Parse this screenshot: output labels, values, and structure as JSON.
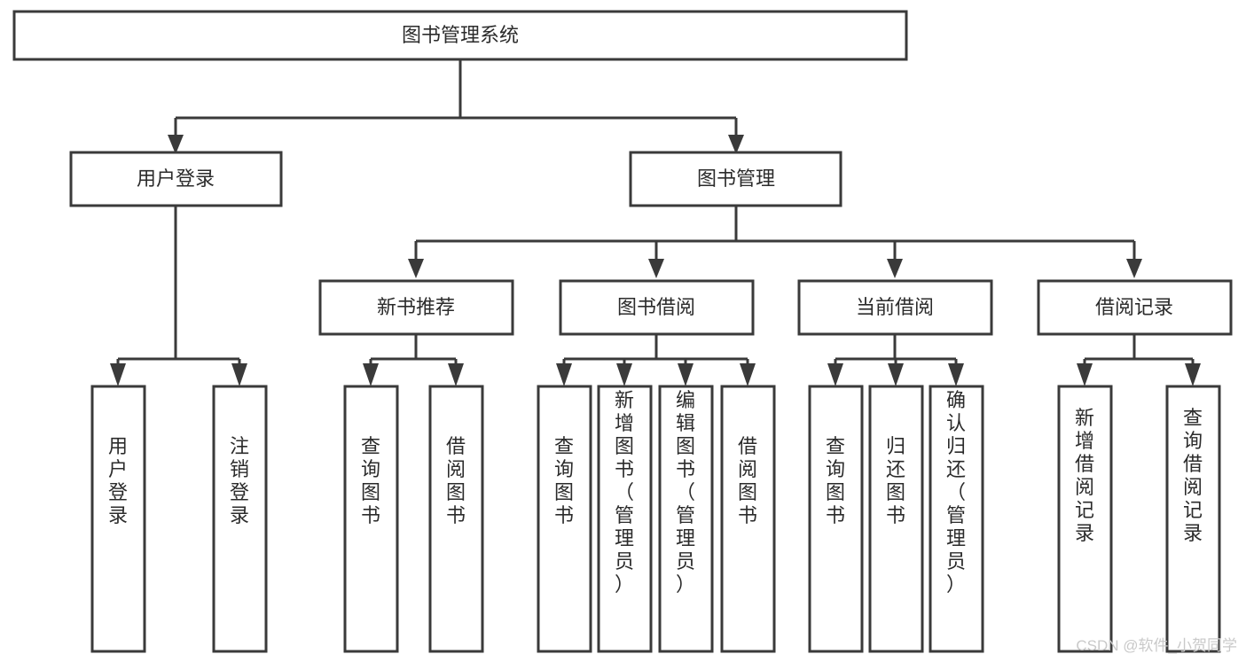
{
  "diagram": {
    "title": "图书管理系统",
    "type": "tree-hierarchy-diagram",
    "colors": {
      "background": "#ffffff",
      "box_fill": "#ffffff",
      "stroke": "#3a3a3a",
      "text": "#2b2b2b",
      "watermark": "#c9c9c9"
    },
    "root": {
      "label": "图书管理系统"
    },
    "level1": [
      {
        "label": "用户登录"
      },
      {
        "label": "图书管理"
      }
    ],
    "level2": [
      {
        "label": "新书推荐"
      },
      {
        "label": "图书借阅"
      },
      {
        "label": "当前借阅"
      },
      {
        "label": "借阅记录"
      }
    ],
    "leaves": {
      "user_login": [
        {
          "label": "用户登录"
        },
        {
          "label": "注销登录"
        }
      ],
      "new_book_recommend": [
        {
          "label": "查询图书"
        },
        {
          "label": "借阅图书"
        }
      ],
      "book_borrow": [
        {
          "label": "查询图书"
        },
        {
          "label": "新增图书（管理员）"
        },
        {
          "label": "编辑图书（管理员）"
        },
        {
          "label": "借阅图书"
        }
      ],
      "current_borrow": [
        {
          "label": "查询图书"
        },
        {
          "label": "归还图书"
        },
        {
          "label": "确认归还（管理员）"
        }
      ],
      "borrow_record": [
        {
          "label": "新增借阅记录"
        },
        {
          "label": "查询借阅记录"
        }
      ]
    }
  },
  "watermark": {
    "text": "CSDN @软件_小贺同学"
  }
}
